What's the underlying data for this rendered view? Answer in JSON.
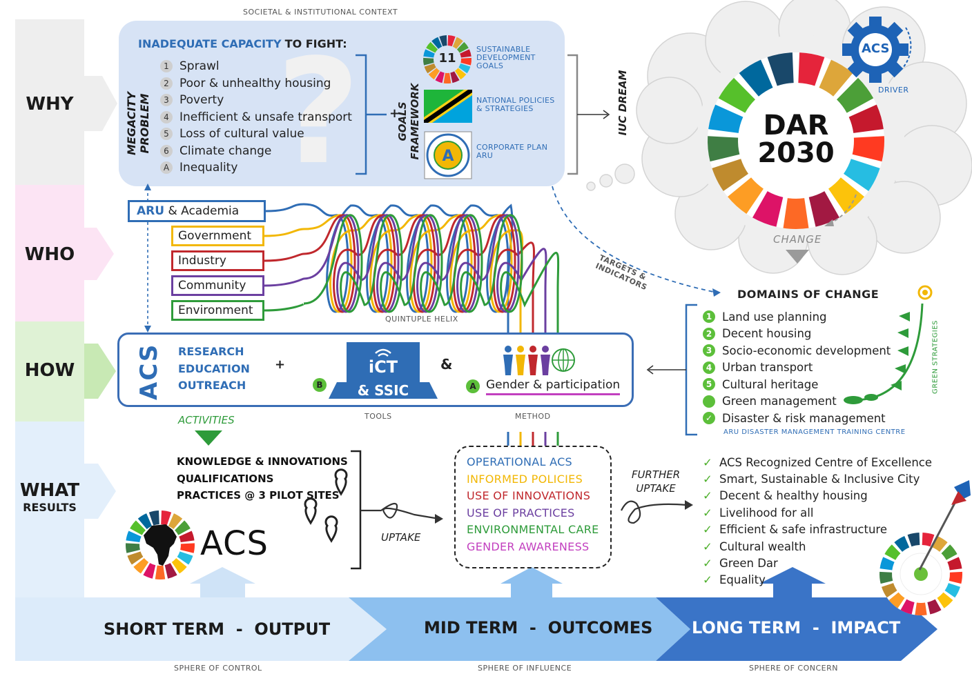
{
  "top_caption": "SOCIETAL & INSTITUTIONAL CONTEXT",
  "rows": {
    "why": "WHY",
    "who": "WHO",
    "how": "HOW",
    "what": "WHAT",
    "what_sub": "RESULTS"
  },
  "why": {
    "vertical_label": "MEGACITY PROBLEM",
    "heading_strong": "INADEQUATE CAPACITY",
    "heading_rest": "TO FIGHT:",
    "problems": [
      {
        "badge": "1",
        "text": "Sprawl"
      },
      {
        "badge": "2",
        "text": "Poor & unhealthy housing"
      },
      {
        "badge": "3",
        "text": "Poverty"
      },
      {
        "badge": "4",
        "text": "Inefficient & unsafe transport"
      },
      {
        "badge": "5",
        "text": "Loss of cultural value"
      },
      {
        "badge": "6",
        "text": "Climate change"
      },
      {
        "badge": "A",
        "text": "Inequality"
      }
    ],
    "plus": "+",
    "goals_label": "GOALS FRAMEWORK",
    "sdg_number": "11",
    "goals": [
      "SUSTAINABLE DEVELOPMENT GOALS",
      "NATIONAL POLICIES & STRATEGIES",
      "CORPORATE PLAN ARU"
    ],
    "iuc_dream": "IUC DREAM"
  },
  "dream": {
    "title_line1": "DAR",
    "title_line2": "2030",
    "gear_label": "ACS",
    "driver": "DRIVER",
    "change": "CHANGE"
  },
  "who": {
    "lead": "ARU",
    "lead_rest": "& Academia",
    "actors": [
      "Government",
      "Industry",
      "Community",
      "Environment"
    ],
    "helix_caption": "QUINTUPLE HELIX",
    "targets": "TARGETS & INDICATORS"
  },
  "how": {
    "acs": "ACS",
    "activities": [
      "RESEARCH",
      "EDUCATION",
      "OUTREACH"
    ],
    "plus": "+",
    "badge_b": "B",
    "ict": "iCT",
    "ssic": "& SSIC",
    "amp": "&",
    "badge_a": "A",
    "gender": "Gender & participation",
    "tools_caption": "TOOLS",
    "method_caption": "METHOD",
    "activities_caption": "ACTIVITIES"
  },
  "domains": {
    "title": "DOMAINS OF CHANGE",
    "items": [
      {
        "badge": "1",
        "text": "Land use planning"
      },
      {
        "badge": "2",
        "text": "Decent housing"
      },
      {
        "badge": "3",
        "text": "Socio-economic development"
      },
      {
        "badge": "4",
        "text": "Urban transport"
      },
      {
        "badge": "5",
        "text": "Cultural heritage"
      },
      {
        "badge": "",
        "text": "Green management"
      },
      {
        "badge": "✓",
        "text": "Disaster & risk management"
      }
    ],
    "caption": "ARU DISASTER MANAGEMENT TRAINING CENTRE",
    "green_strategies": "GREEN STRATEGIES"
  },
  "what": {
    "outputs": [
      "KNOWLEDGE & INNOVATIONS",
      "QUALIFICATIONS",
      "PRACTICES @ 3 PILOT SITES"
    ],
    "acs_logo": "ACS",
    "uptake": "UPTAKE",
    "outcomes": [
      {
        "text": "OPERATIONAL ACS",
        "color": "#2f6db5"
      },
      {
        "text": "INFORMED POLICIES",
        "color": "#f2b705"
      },
      {
        "text": "USE OF INNOVATIONS",
        "color": "#c0282d"
      },
      {
        "text": "USE OF PRACTICES",
        "color": "#6b3fa0"
      },
      {
        "text": "ENVIRONMENTAL CARE",
        "color": "#2e9b3a"
      },
      {
        "text": "GENDER AWARENESS",
        "color": "#c23fbf"
      }
    ],
    "further_uptake_1": "FURTHER",
    "further_uptake_2": "UPTAKE",
    "impacts": [
      "ACS Recognized Centre of Excellence",
      "Smart, Sustainable & Inclusive City",
      "Decent & healthy housing",
      "Livelihood for all",
      "Efficient & safe infrastructure",
      "Cultural wealth",
      "Green Dar",
      "Equality"
    ]
  },
  "terms": {
    "short": "SHORT TERM  -  OUTPUT",
    "mid": "MID TERM  -  OUTCOMES",
    "long": "LONG TERM  -  IMPACT",
    "sphere_control": "SPHERE OF CONTROL",
    "sphere_influence": "SPHERE OF INFLUENCE",
    "sphere_concern": "SPHERE OF CONCERN"
  },
  "colors": {
    "helix": [
      "#2f6db5",
      "#f2b705",
      "#c0282d",
      "#6b3fa0",
      "#2e9b3a"
    ],
    "sdg_wheel": [
      "#e5243b",
      "#dda63a",
      "#4c9f38",
      "#c5192d",
      "#ff3a21",
      "#26bde2",
      "#fcc30b",
      "#a21942",
      "#fd6925",
      "#dd1367",
      "#fd9d24",
      "#bf8b2e",
      "#3f7e44",
      "#0a97d9",
      "#56c02b",
      "#00689d",
      "#19486a"
    ]
  }
}
